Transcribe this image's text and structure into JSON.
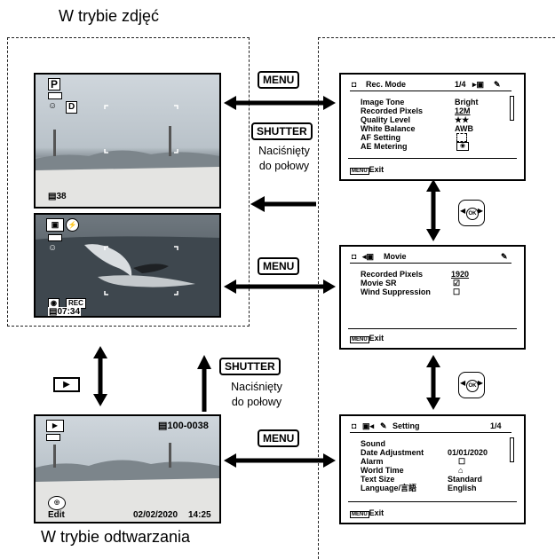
{
  "titles": {
    "photo_mode": "W trybie zdjęć",
    "playback_mode": "W trybie odtwarzania"
  },
  "buttons": {
    "menu": "MENU",
    "shutter": "SHUTTER",
    "half_press_line1": "Naciśnięty",
    "half_press_line2": "do połowy"
  },
  "capture_screen": {
    "mode": "P",
    "flash": "D",
    "shots": "38"
  },
  "movie_screen": {
    "rec": "REC",
    "time": "07:34"
  },
  "playback_screen": {
    "file_no": "100-0038",
    "edit": "Edit",
    "date": "02/02/2020",
    "time": "14:25"
  },
  "rec_menu": {
    "title": "Rec. Mode",
    "page": "1/4",
    "rows": [
      {
        "label": "Image Tone",
        "value": "Bright"
      },
      {
        "label": "Recorded Pixels",
        "value": "12M"
      },
      {
        "label": "Quality Level",
        "value": "★★"
      },
      {
        "label": "White Balance",
        "value": "AWB"
      },
      {
        "label": "AF Setting",
        "value": ""
      },
      {
        "label": "AE Metering",
        "value": ""
      }
    ],
    "exit": "Exit",
    "menu_icon": "MENU"
  },
  "movie_menu": {
    "title": "Movie",
    "rows": [
      {
        "label": "Recorded Pixels",
        "value": "1920"
      },
      {
        "label": "Movie SR",
        "value": "☑"
      },
      {
        "label": "Wind Suppression",
        "value": "☐"
      }
    ],
    "exit": "Exit",
    "menu_icon": "MENU"
  },
  "setting_menu": {
    "title": "Setting",
    "page": "1/4",
    "rows": [
      {
        "label": "Sound",
        "value": ""
      },
      {
        "label": "Date Adjustment",
        "value": "01/01/2020"
      },
      {
        "label": "Alarm",
        "value": "☐"
      },
      {
        "label": "World Time",
        "value": "⌂"
      },
      {
        "label": "Text Size",
        "value": "Standard"
      },
      {
        "label": "Language/言語",
        "value": "English"
      }
    ],
    "exit": "Exit",
    "menu_icon": "MENU"
  },
  "pad_label": "OK"
}
